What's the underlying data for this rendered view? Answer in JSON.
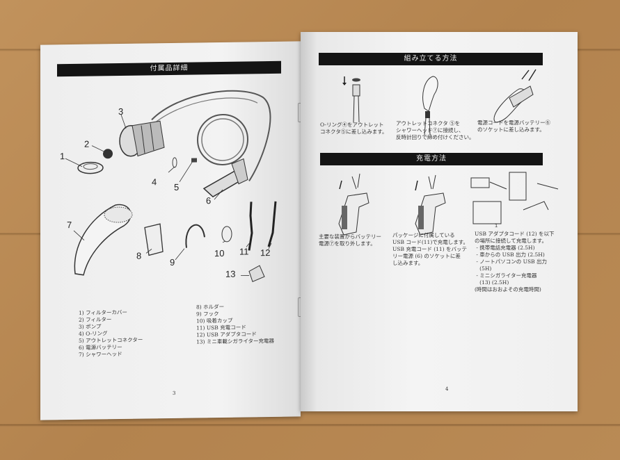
{
  "document": {
    "type": "open instruction booklet",
    "left_page": {
      "section_title": "付属品詳細",
      "diagram_callouts": [
        "1",
        "2",
        "3",
        "4",
        "5",
        "6",
        "7",
        "8",
        "9",
        "10",
        "11",
        "12",
        "13"
      ],
      "parts_list_col1": [
        "1) フィルターカバー",
        "2) フィルター",
        "3) ポンプ",
        "4) O-リング",
        "5) アウトレットコネクター",
        "6) 電源バッテリー",
        "7) シャワーヘッド"
      ],
      "parts_list_col2": [
        "8) ホルダー",
        "9) フック",
        "10) 吸着カップ",
        "11) USB 充電コード",
        "12) USB アダプタコード",
        "13) ミニ車載シガライター充電器"
      ],
      "page_number": "3"
    },
    "right_page": {
      "assembly": {
        "section_title": "組み立てる方法",
        "steps": [
          "O-リング④をアウトレット\nコネクタ⑤に差し込みます。",
          "アウトレットコネクタ ⑤を\nシャワーヘッド⑦に接続し、\n反時計回りで締め付けください。",
          "電源コードを電源バッテリー⑥\nのソケットに差し込みます。"
        ]
      },
      "charging": {
        "section_title": "充電方法",
        "steps": [
          "主要な装置からバッテリー\n電源⑦を取り外します。",
          "パッケージに付属している\nUSB コード(11)で充電します。\nUSB 充電コード (11) をバッテ\nリー電源 (6) のソケットに差\nし込みます。",
          "USB アダプタコード (12) を以下\nの場所に接続して充電します。\n - 携帯電話充電器 (2.5H)\n - 車からの USB 出力 (2.5H)\n - ノートパソコンの USB 出力\n   (5H)\n - ミニシガライター充電器\n   (13) (2.5H)\n(時間はおおよその充電時間)"
        ],
        "diagram_label": "1"
      },
      "page_number": "4"
    },
    "colors": {
      "table_surface": "#b8864f",
      "paper": "#f1f1f1",
      "header_bar": "#141414",
      "header_text": "#f0f0f0"
    }
  }
}
